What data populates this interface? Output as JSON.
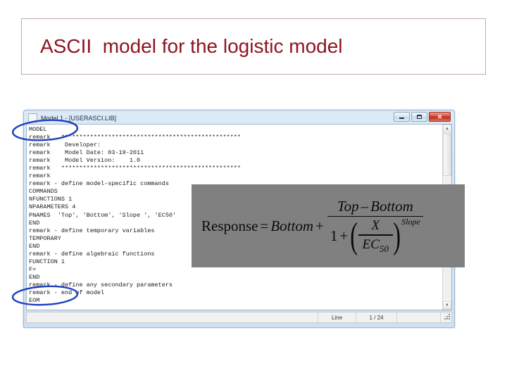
{
  "slide": {
    "title": "ASCII  model for the logistic model",
    "title_color": "#8e1420",
    "border_color": "#c0a6ad"
  },
  "window": {
    "title": "Model 1 - [USERASCI.LIB]",
    "icon_name": "document-icon",
    "buttons": {
      "minimize": "–",
      "maximize": "□",
      "close": "✕"
    }
  },
  "editor": {
    "lines": [
      "MODEL",
      "remark   **************************************************",
      "remark    Developer:",
      "remark    Model Date: 03-19-2011",
      "remark    Model Version:    1.0",
      "remark   **************************************************",
      "remark",
      "remark - define model-specific commands",
      "COMMANDS",
      "NFUNCTIONS 1",
      "NPARAMETERS 4",
      "PNAMES  'Top', 'Bottom', 'Slope ', 'EC50'",
      "END",
      "remark - define temporary variables",
      "TEMPORARY",
      "END",
      "remark - define algebraic functions",
      "FUNCTION 1",
      "F=",
      "END",
      "remark - define any secondary parameters",
      "remark - end of model",
      "EOM"
    ]
  },
  "statusbar": {
    "blank_left": "",
    "line_label": "Line",
    "line_value": "1 / 24",
    "blank_right": "",
    "grip_name": "resize-grip-icon"
  },
  "formula": {
    "overlay_color": "#808080",
    "lhs": "Response",
    "equals": "=",
    "bottom": "Bottom",
    "plus": "+",
    "numerator_top": "Top",
    "numerator_minus": "–",
    "numerator_bottom": "Bottom",
    "denominator_one": "1",
    "denominator_plus": "+",
    "paren_open": "(",
    "paren_close": ")",
    "inner_numerator": "X",
    "inner_denominator": "EC",
    "inner_denominator_sub": "50",
    "exponent": "Slope",
    "plain_text": "Response = Bottom + (Top - Bottom) / (1 + (X / EC50)^Slope)"
  },
  "annotations": {
    "color": "#1f3fbf",
    "items": [
      {
        "name": "ellipse-around-model-keyword",
        "target": "MODEL"
      },
      {
        "name": "ellipse-around-eom-keyword",
        "target": "EOM"
      }
    ]
  },
  "scrollbar": {
    "up_arrow": "▲",
    "down_arrow": "▼"
  }
}
